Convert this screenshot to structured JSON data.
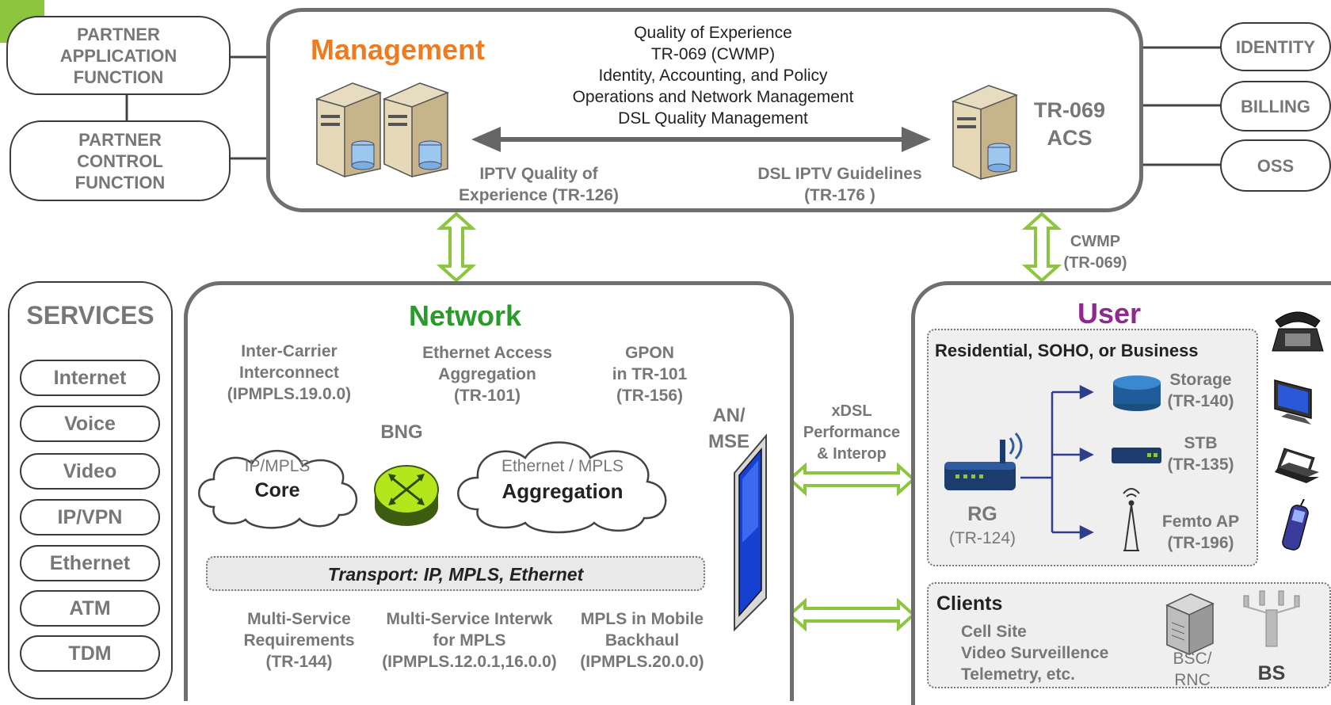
{
  "partners": {
    "application": "PARTNER\nAPPLICATION\nFUNCTION",
    "control": "PARTNER\nCONTROL\nFUNCTION"
  },
  "right_pills": [
    "IDENTITY",
    "BILLING",
    "OSS"
  ],
  "management": {
    "title": "Management",
    "center_text": "Quality of Experience\nTR-069 (CWMP)\nIdentity, Accounting, and Policy\nOperations and Network Management\nDSL Quality Management",
    "acs_label": "TR-069\nACS",
    "iptv_qoe": "IPTV Quality of\nExperience (TR-126)",
    "dsl_iptv": "DSL IPTV Guidelines\n(TR-176 )"
  },
  "cwmp_label": "CWMP\n(TR-069)",
  "services": {
    "title": "SERVICES",
    "items": [
      "Internet",
      "Voice",
      "Video",
      "IP/VPN",
      "Ethernet",
      "ATM",
      "TDM"
    ]
  },
  "network": {
    "title": "Network",
    "inter_carrier": "Inter-Carrier\nInterconnect\n(IPMPLS.19.0.0)",
    "ethernet_access": "Ethernet Access\nAggregation\n(TR-101)",
    "gpon": "GPON\nin TR-101\n(TR-156)",
    "an_mse": "AN/\nMSE",
    "bng": "BNG",
    "core_top": "IP/MPLS",
    "core_bottom": "Core",
    "agg_top": "Ethernet / MPLS",
    "agg_bottom": "Aggregation",
    "transport": "Transport: IP, MPLS, Ethernet",
    "multi_service": "Multi-Service\nRequirements\n(TR-144)",
    "interwk": "Multi-Service Interwk\nfor MPLS\n(IPMPLS.12.0.1,16.0.0)",
    "mobile": "MPLS in Mobile\nBackhaul\n(IPMPLS.20.0.0)"
  },
  "xdsl_label": "xDSL\nPerformance\n& Interop",
  "user": {
    "title": "User",
    "residential_title": "Residential, SOHO, or Business",
    "storage": "Storage\n(TR-140)",
    "stb": "STB\n(TR-135)",
    "femto": "Femto AP\n(TR-196)",
    "rg": "RG",
    "rg_code": "(TR-124)",
    "clients_title": "Clients",
    "clients_text": "Cell Site\nVideo Surveillence\nTelemetry, etc.",
    "bsc": "BSC/\nRNC",
    "bs": "BS"
  },
  "colors": {
    "management": "#f07a1e",
    "network": "#2a9a2a",
    "user": "#8e2a8e",
    "arrow_green": "#8cc63e"
  }
}
